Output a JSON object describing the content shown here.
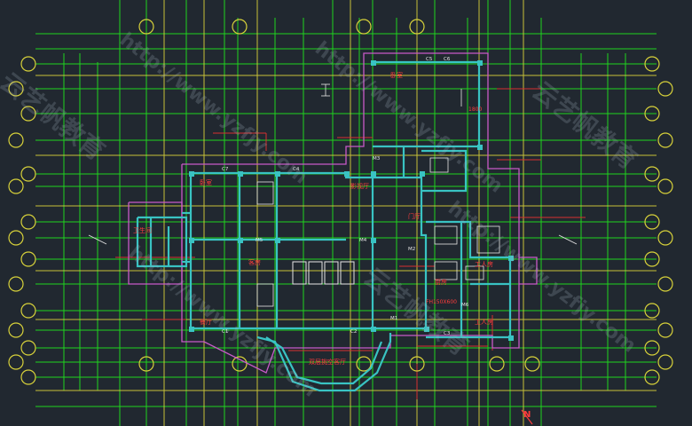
{
  "colors": {
    "background": "#212830",
    "grid_green": "#1ed41e",
    "grid_yellow": "#d8d23a",
    "axis_red": "#d83030",
    "wall_cyan": "#39c3c3",
    "outline_magenta": "#c85ac8",
    "text_red": "#ff3c3c",
    "text_white": "#e6e6e6"
  },
  "room_labels": [
    "卧室",
    "卧室",
    "影视厅",
    "门厅",
    "客房",
    "餐厅",
    "厨房",
    "工人房",
    "卫生间",
    "双层挑空客厅",
    "工人房"
  ],
  "codes": {
    "c_labels": [
      "C5",
      "C6",
      "C4",
      "C7",
      "C2",
      "C1",
      "C3"
    ],
    "m_labels": [
      "M3",
      "M4",
      "M5",
      "M2",
      "M1",
      "M6"
    ],
    "dims": [
      "1800",
      "FH150X600"
    ]
  },
  "watermarks": {
    "brand": "云艺帆教育",
    "url": "http://www.yzfjy.com"
  },
  "north_label": "N"
}
